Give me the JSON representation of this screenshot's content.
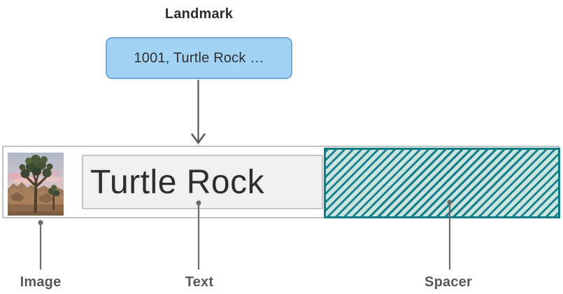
{
  "diagram": {
    "title": "Landmark",
    "landmark_box": {
      "value": "1001, Turtle Rock …"
    },
    "row": {
      "text": "Turtle Rock",
      "image_icon": "turtle-rock-photo"
    },
    "callouts": {
      "image": "Image",
      "text": "Text",
      "spacer": "Spacer"
    },
    "colors": {
      "landmark_fill": "#A3D3F4",
      "landmark_border": "#74AADA",
      "spacer_teal": "#0F7D86",
      "spacer_light": "#CBE4DF",
      "text_box_fill": "#F0F0F0",
      "row_border": "#C2C2C2",
      "arrow_gray": "#5A5A5C",
      "callout_gray": "#6B6B6D"
    }
  }
}
